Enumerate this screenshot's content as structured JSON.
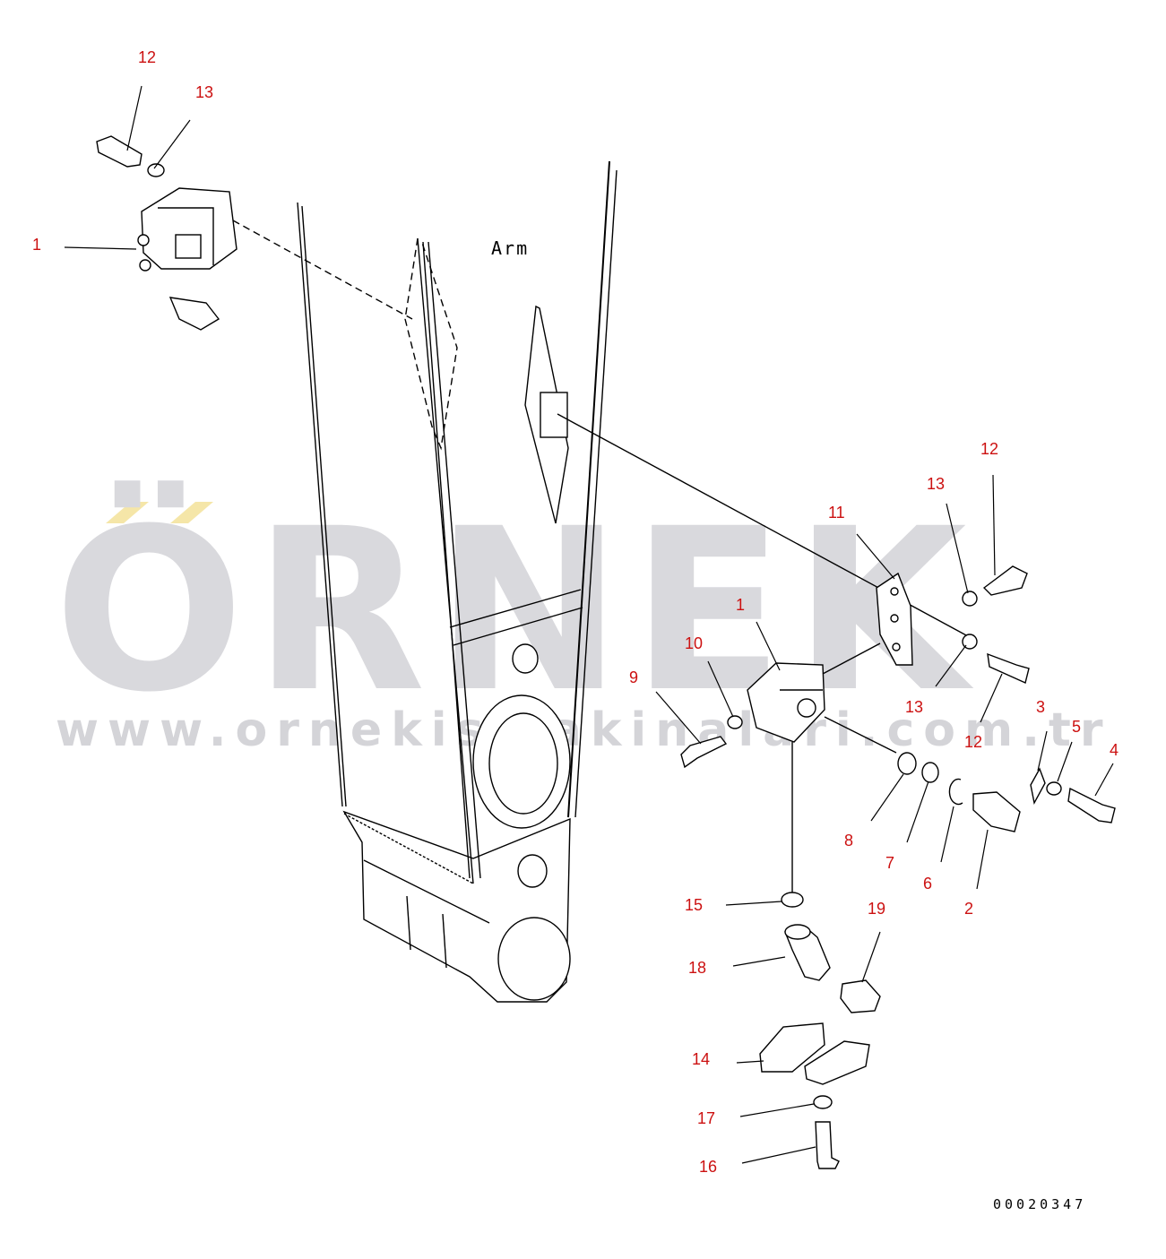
{
  "watermark": {
    "brand": "ÖRNEK",
    "url": "www.ornekismakinalari.com.tr",
    "accent_color": "#f5e6a8"
  },
  "diagram": {
    "arm_label": "Arm",
    "drawing_code": "00020347",
    "callouts": [
      {
        "id": "c-12-top",
        "text": "12"
      },
      {
        "id": "c-13-top",
        "text": "13"
      },
      {
        "id": "c-1-left",
        "text": "1"
      },
      {
        "id": "c-12-right",
        "text": "12"
      },
      {
        "id": "c-13-right",
        "text": "13"
      },
      {
        "id": "c-11",
        "text": "11"
      },
      {
        "id": "c-1-mid",
        "text": "1"
      },
      {
        "id": "c-10",
        "text": "10"
      },
      {
        "id": "c-9",
        "text": "9"
      },
      {
        "id": "c-13-mid",
        "text": "13"
      },
      {
        "id": "c-12-mid",
        "text": "12"
      },
      {
        "id": "c-3",
        "text": "3"
      },
      {
        "id": "c-5",
        "text": "5"
      },
      {
        "id": "c-4",
        "text": "4"
      },
      {
        "id": "c-8",
        "text": "8"
      },
      {
        "id": "c-7",
        "text": "7"
      },
      {
        "id": "c-6",
        "text": "6"
      },
      {
        "id": "c-2",
        "text": "2"
      },
      {
        "id": "c-15",
        "text": "15"
      },
      {
        "id": "c-19",
        "text": "19"
      },
      {
        "id": "c-18",
        "text": "18"
      },
      {
        "id": "c-14",
        "text": "14"
      },
      {
        "id": "c-17",
        "text": "17"
      },
      {
        "id": "c-16",
        "text": "16"
      }
    ]
  }
}
